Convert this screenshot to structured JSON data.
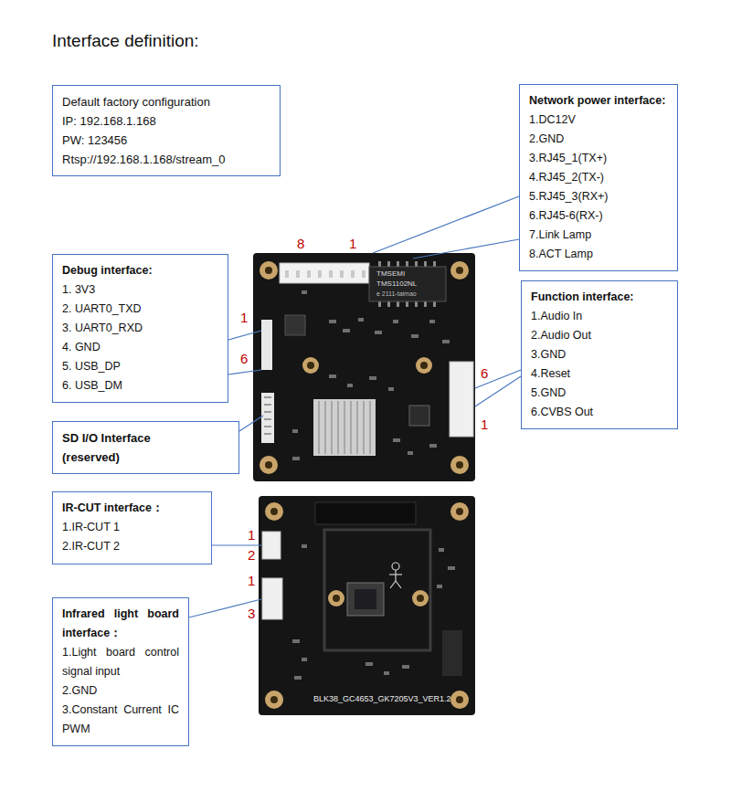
{
  "diagram": {
    "title": "Interface definition:",
    "nodes": [
      {
        "text": [
          "Default factory configuration",
          "IP: 192.168.1.168",
          "PW: 123456",
          "Rtsp://192.168.1.168/stream_0"
        ]
      },
      {
        "text": [
          "Network power interface:",
          "1.DC12V",
          "2.GND",
          "3.RJ45_1(TX+)",
          "4.RJ45_2(TX-)",
          "5.RJ45_3(RX+)",
          "6.RJ45-6(RX-)",
          "7.Link Lamp",
          "8.ACT Lamp"
        ]
      },
      {
        "text": [
          "Debug interface:",
          "1. 3V3",
          "2. UART0_TXD",
          "3. UART0_RXD",
          "4. GND",
          "5. USB_DP",
          "6. USB_DM"
        ]
      },
      {
        "text": [
          "Function interface:",
          "1.Audio In",
          "2.Audio Out",
          "3.GND",
          "4.Reset",
          "5.GND",
          "6.CVBS Out"
        ]
      },
      {
        "text": [
          "SD I/O Interface (reserved)"
        ]
      },
      {
        "text": [
          "IR-CUT interface：",
          "1.IR-CUT 1",
          "2.IR-CUT 2"
        ]
      },
      {
        "text": [
          "Infrared light board interface：",
          "1.Light board control signal input",
          "2.GND",
          "3.Constant Current IC PWM"
        ]
      }
    ],
    "labels": [
      "8",
      "1",
      "1",
      "6",
      "6",
      "1",
      "1",
      "2",
      "1",
      "3",
      "TMSEMI",
      "TMS1102NL",
      "e 2111-taimao",
      "BLK38_GC4653_GK7205V3_VER1.2"
    ]
  }
}
